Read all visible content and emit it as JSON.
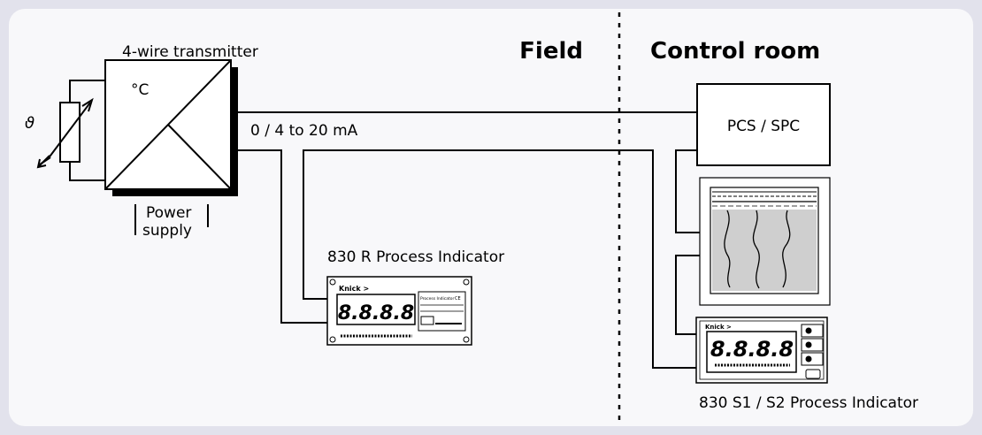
{
  "zones": {
    "field": "Field",
    "control_room": "Control room"
  },
  "transmitter": {
    "label": "4-wire transmitter",
    "unit": "°C",
    "sensor_symbol": "ϑ"
  },
  "power": {
    "line1": "Power",
    "line2": "supply"
  },
  "signal": {
    "label": "0 / 4 to 20 mA"
  },
  "pcs": {
    "label": "PCS / SPC"
  },
  "indicator_r": {
    "label": "830 R Process Indicator",
    "brand": "Knick >",
    "display": "8.8.8.8",
    "panel_title": "Process Indicator",
    "ce_mark": "CE"
  },
  "indicator_s": {
    "label": "830 S1 / S2 Process Indicator",
    "brand": "Knick >",
    "display": "8.8.8.8"
  },
  "colors": {
    "background": "#e2e2ec",
    "panel": "#f8f8fa",
    "recorder_chart": "#cfcfcf"
  },
  "icons": [
    "thermometer-resistor-icon",
    "transmitter-box-icon",
    "recorder-icon",
    "indicator-icon"
  ]
}
